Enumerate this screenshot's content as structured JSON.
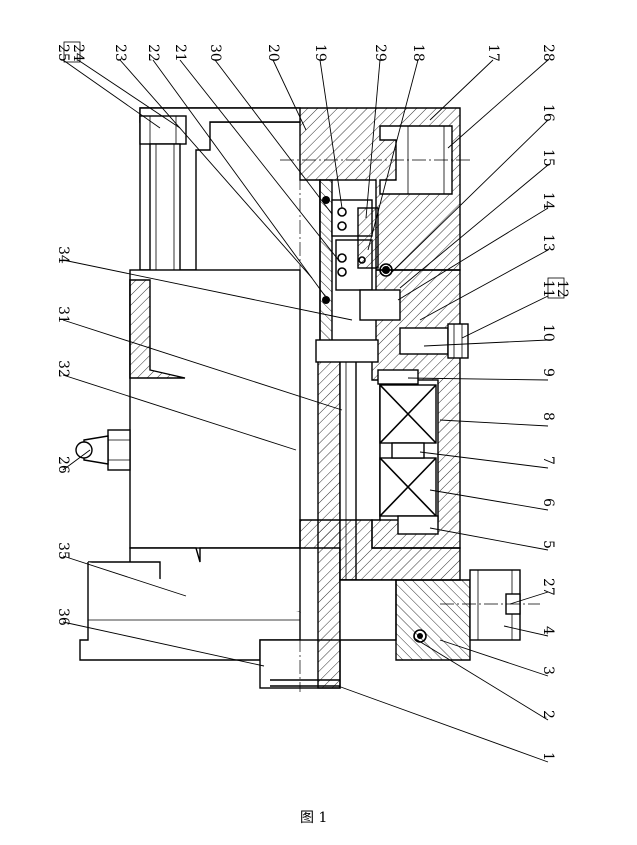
{
  "figure_caption": "图 1",
  "part_labels": [
    "1",
    "2",
    "3",
    "4",
    "5",
    "6",
    "7",
    "8",
    "9",
    "10",
    "11",
    "12",
    "13",
    "14",
    "15",
    "16",
    "17",
    "18",
    "19",
    "20",
    "21",
    "22",
    "23",
    "24",
    "25",
    "26",
    "27",
    "28",
    "29",
    "30",
    "31",
    "32",
    "34",
    "35",
    "36"
  ],
  "boxed_labels": [
    "12",
    "24"
  ]
}
